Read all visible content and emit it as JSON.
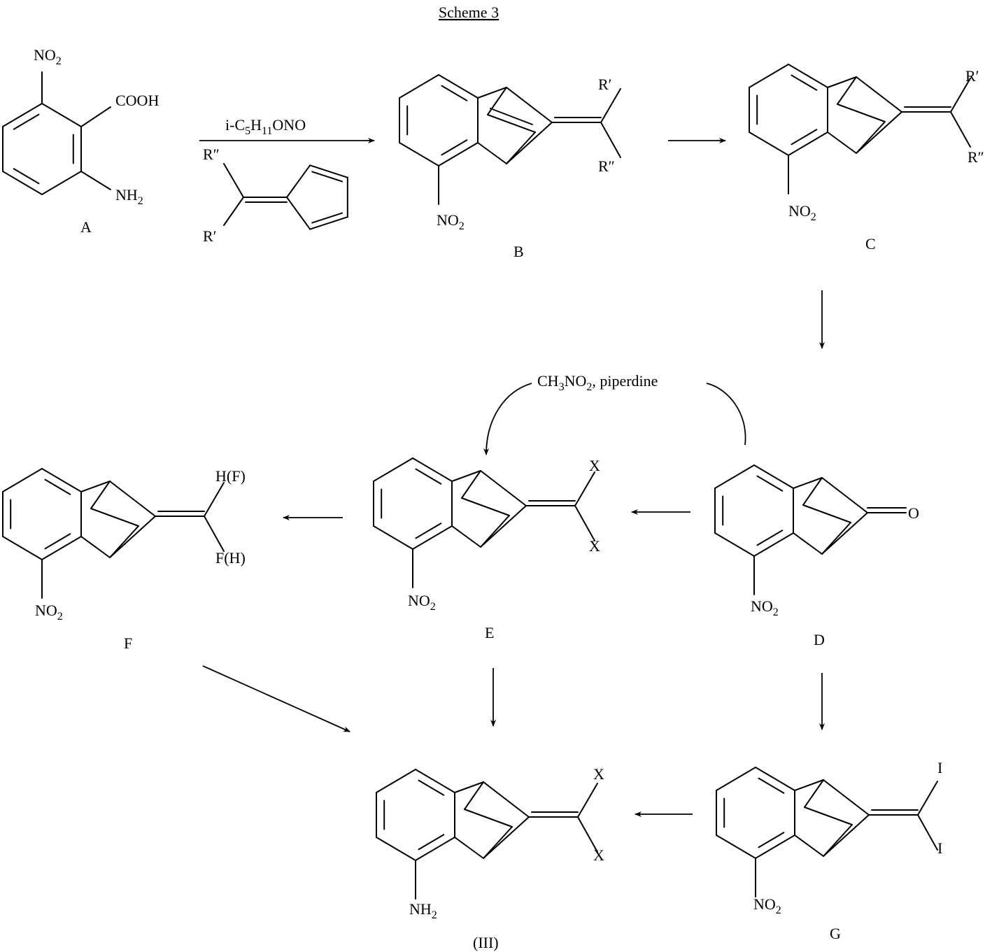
{
  "title": "Scheme 3",
  "reagents": {
    "a_to_b": "i-C5H11ONO",
    "d_to_e": "CH3NO2, piperdine"
  },
  "compounds": {
    "A": {
      "label": "A",
      "nitro": "NO2",
      "acid": "COOH",
      "amine": "NH2"
    },
    "fulvene": {
      "r2": "R″",
      "r1": "R′"
    },
    "B": {
      "label": "B",
      "nitro": "NO2",
      "r1": "R′",
      "r2": "R″"
    },
    "C": {
      "label": "C",
      "nitro": "NO2",
      "r1": "R′",
      "r2": "R″"
    },
    "D": {
      "label": "D",
      "nitro": "NO2",
      "oxo": "O"
    },
    "E": {
      "label": "E",
      "nitro": "NO2",
      "x1": "X",
      "x2": "X"
    },
    "F": {
      "label": "F",
      "nitro": "NO2",
      "s1": "H(F)",
      "s2": "F(H)"
    },
    "G": {
      "label": "G",
      "nitro": "NO2",
      "i1": "I",
      "i2": "I"
    },
    "III": {
      "label": "(III)",
      "amine": "NH2",
      "x1": "X",
      "x2": "X"
    }
  }
}
